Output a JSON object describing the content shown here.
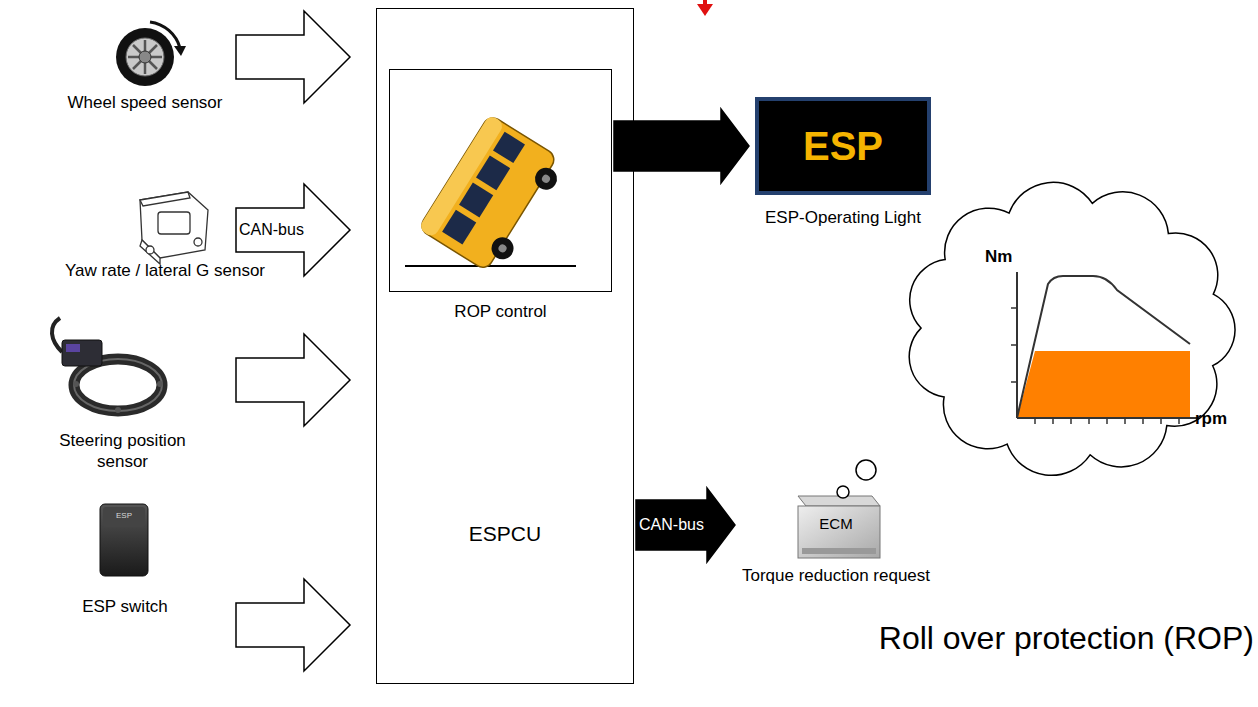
{
  "diagram": {
    "title": "Roll over protection (ROP)",
    "nodes": [
      {
        "text": [
          "Wheel speed sensor"
        ]
      },
      {
        "text": [
          "Yaw rate / lateral G sensor"
        ]
      },
      {
        "text": [
          "Steering position sensor"
        ]
      },
      {
        "text": [
          "ESP switch"
        ]
      },
      {
        "text": [
          "ESPCU"
        ]
      },
      {
        "text": [
          "ROP control"
        ],
        "in": 4
      },
      {
        "text": [
          "ESP",
          "ESP-Operating Light"
        ]
      },
      {
        "text": [
          "ECM",
          "Torque reduction request"
        ]
      },
      {
        "text": [
          "Nm",
          "rpm"
        ]
      }
    ],
    "edges": [
      {
        "from": 0,
        "to": 4,
        "arrow": "to"
      },
      {
        "from": 1,
        "to": 4,
        "label": "CAN-bus",
        "arrow": "to"
      },
      {
        "from": 2,
        "to": 4,
        "arrow": "to"
      },
      {
        "from": 3,
        "to": 4,
        "arrow": "to"
      },
      {
        "from": 5,
        "to": 6,
        "arrow": "to"
      },
      {
        "from": 4,
        "to": 7,
        "label": "CAN-bus",
        "arrow": "to"
      }
    ],
    "labels": [
      "ESP"
    ]
  }
}
